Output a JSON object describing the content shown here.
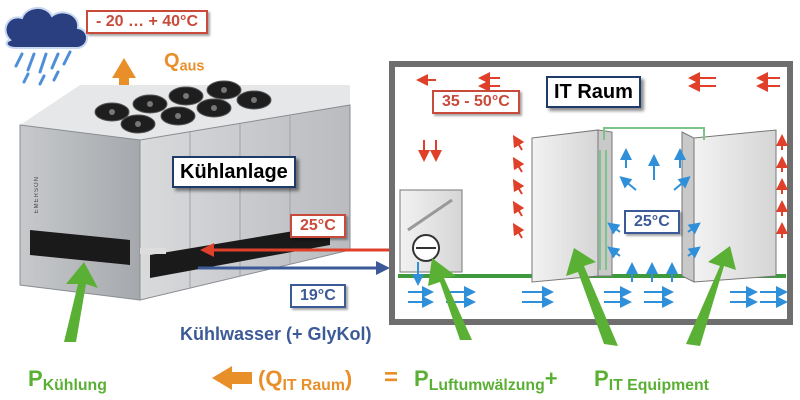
{
  "labels": {
    "outside_temp": "- 20 … + 40°C",
    "q_aus_main": "Q",
    "q_aus_sub": "aus",
    "kuehlanlage": "Kühlanlage",
    "it_raum": "IT Raum",
    "room_temp": "35 - 50°C",
    "rack_temp": "25°C",
    "return_temp": "25°C",
    "supply_temp": "19°C",
    "kuehlwasser": "Kühlwasser (+ GlyKol)",
    "brand": "EMERSON"
  },
  "formula": {
    "p_kuehlung_main": "P",
    "p_kuehlung_sub": "Kühlung",
    "q_it_open": "(Q",
    "q_it_sub": "IT Raum",
    "q_it_close": ")",
    "equals": "=",
    "p_luft_main": "P",
    "p_luft_sub": "Luftumwälzung",
    "plus": "+",
    "p_it_main": "P",
    "p_it_sub": "IT Equipment"
  },
  "colors": {
    "red": "#c84a3a",
    "blue": "#3d5a98",
    "orange": "#e98f2a",
    "green": "#5ab034",
    "arrow_blue": "#2f8fd8",
    "arrow_red": "#e0402a"
  },
  "icons": [
    "cloud-rain-icon",
    "chiller-unit-illustration",
    "server-rack-illustration",
    "crac-unit-illustration"
  ]
}
